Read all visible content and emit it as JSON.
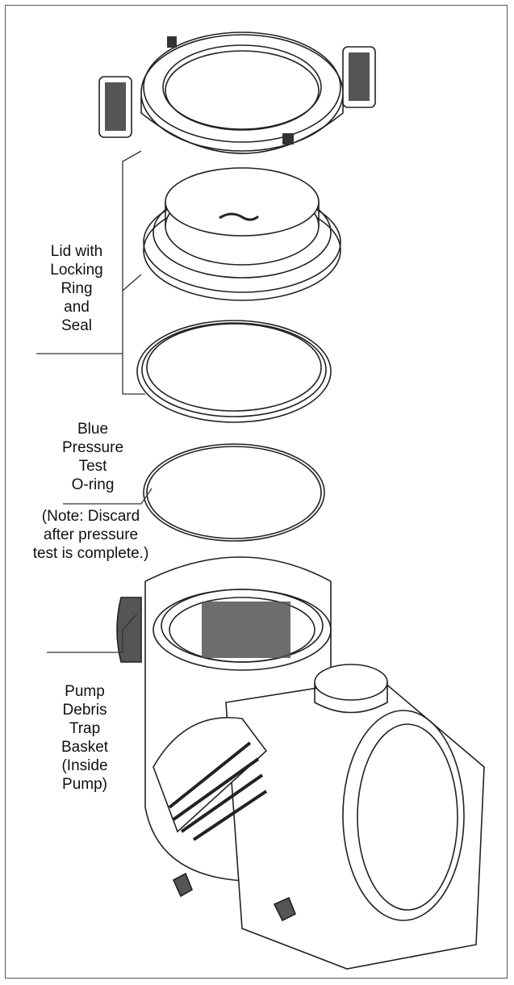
{
  "labels": {
    "lid": [
      "Lid with",
      "Locking",
      "Ring",
      "and",
      "Seal"
    ],
    "oring": [
      "Blue",
      "Pressure",
      "Test",
      "O-ring"
    ],
    "note": [
      "(Note: Discard",
      "after pressure",
      "test is complete.)"
    ],
    "basket": [
      "Pump",
      "Debris",
      "Trap",
      "Basket",
      "(Inside",
      "Pump)"
    ]
  },
  "colors": {
    "line": "#222222",
    "frame": "#555555",
    "shade": "#6a6a6a"
  }
}
